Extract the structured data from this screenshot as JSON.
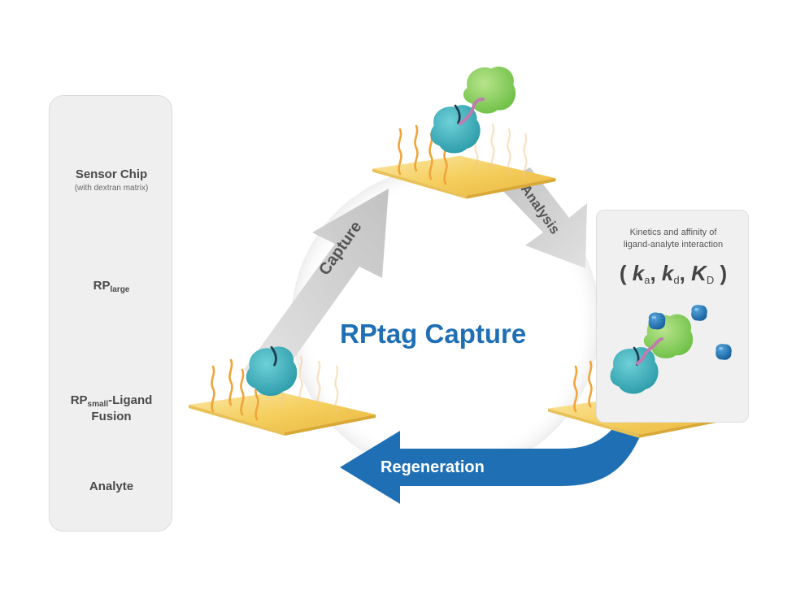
{
  "legend": {
    "sensor_chip": "Sensor Chip",
    "sensor_chip_note": "(with dextran matrix)",
    "rp_large_main": "RP",
    "rp_large_sub": "large",
    "rp_small_main": "RP",
    "rp_small_sub": "small",
    "rp_small_rest": "-Ligand",
    "rp_small_line2": "Fusion",
    "analyte": "Analyte"
  },
  "cycle": {
    "title": "RPtag Capture",
    "capture_label": "Capture",
    "analysis_label": "Analysis",
    "regeneration_label": "Regeneration"
  },
  "kinetics": {
    "line1": "Kinetics and affinity of",
    "line2": "ligand-analyte interaction",
    "open": "(",
    "k1": "k",
    "k1_sub": "a",
    "sep1": ",",
    "k2": "k",
    "k2_sub": "d",
    "sep2": ",",
    "k3": "K",
    "k3_sub": "D",
    "close": ")"
  },
  "colors": {
    "chip": "#f5cf5e",
    "rp_large": "#3fb1bd",
    "ligand": "#8ccf5b",
    "linker": "#c07bb0",
    "analyte": "#1f76b8",
    "regeneration_arrow": "#1f6fb5",
    "gray_arrow": "#c8c8c8"
  }
}
